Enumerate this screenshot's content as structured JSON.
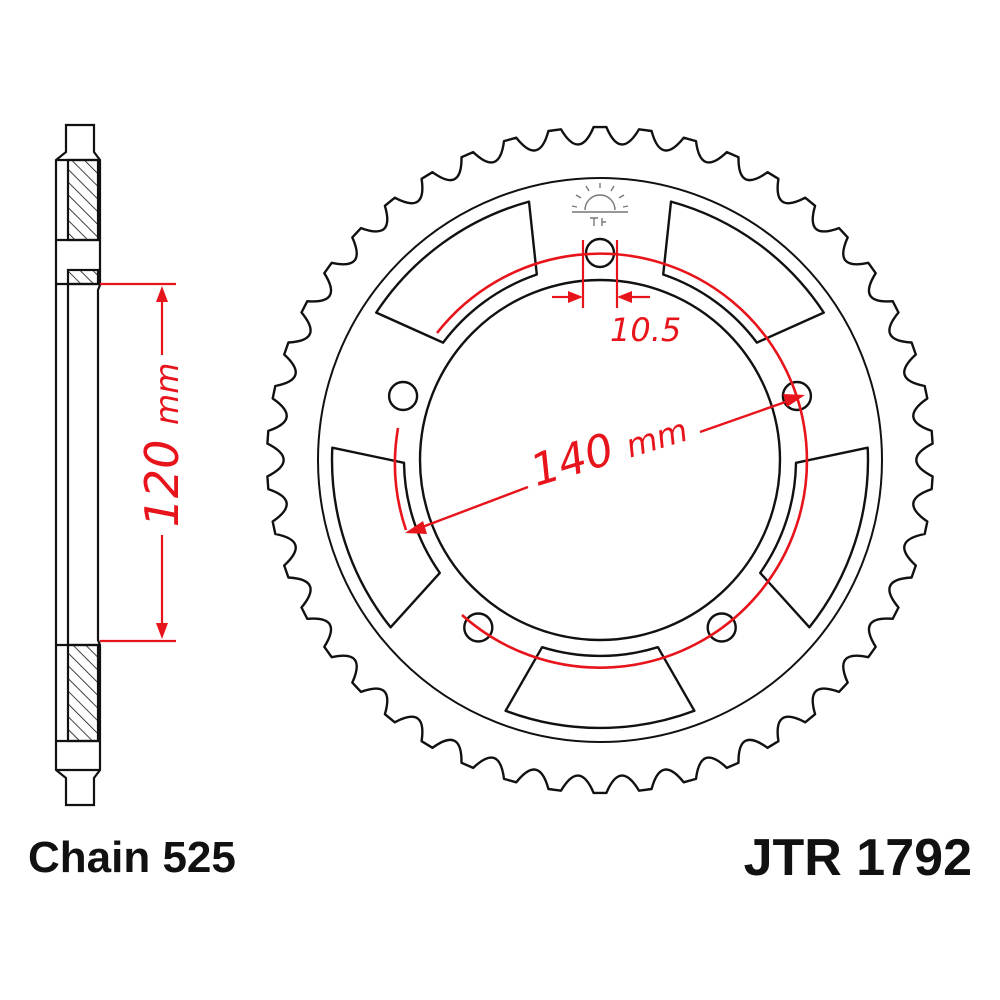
{
  "chain_label": "Chain 525",
  "part_number": "JTR 1792",
  "dimensions": {
    "side_width": "120",
    "side_width_unit": "mm",
    "bolt_circle": "140",
    "bolt_circle_unit": "mm",
    "bolt_hole": "10.5"
  },
  "sprocket": {
    "teeth": 46,
    "bolt_holes": 5
  },
  "colors": {
    "outline": "#111111",
    "dimension": "#e8141b",
    "background": "#ffffff"
  }
}
